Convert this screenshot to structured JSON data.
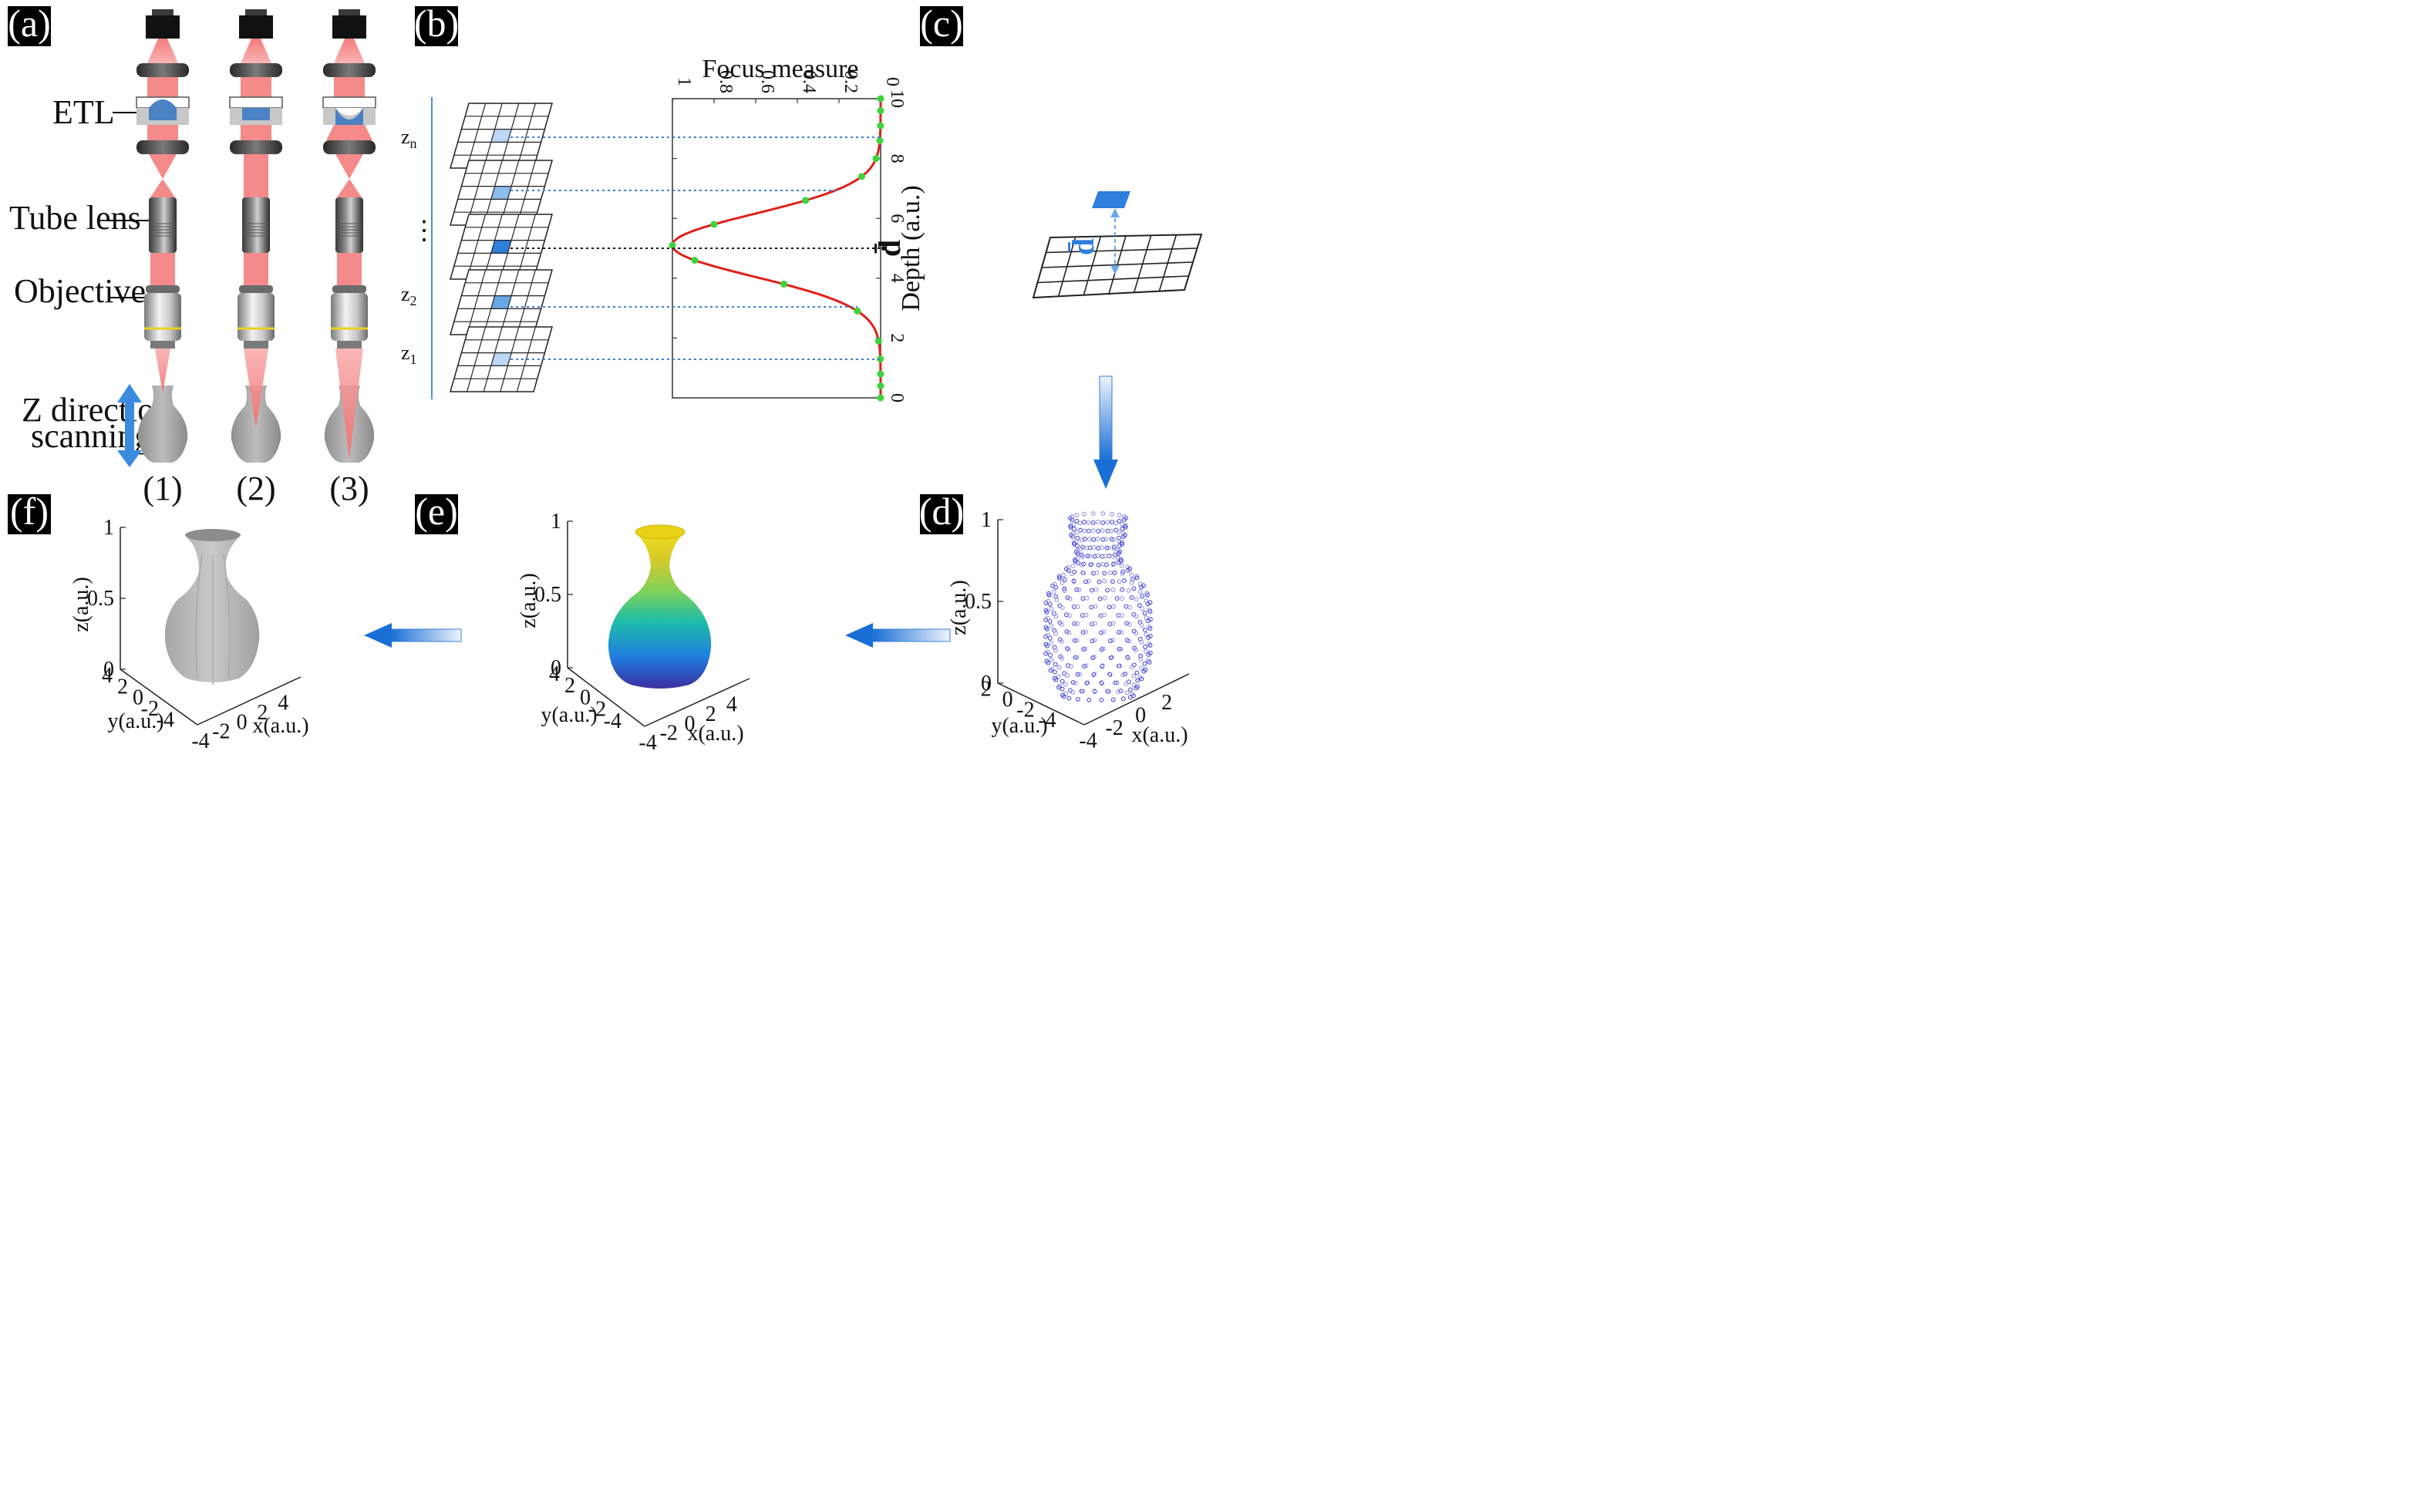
{
  "panels": {
    "a": "(a)",
    "b": "(b)",
    "c": "(c)",
    "d": "(d)",
    "e": "(e)",
    "f": "(f)"
  },
  "panel_a": {
    "labels": {
      "etl": "ETL",
      "tube_lens": "Tube lens",
      "objective": "Objective",
      "scan_line1": "Z direction",
      "scan_line2": "scanning"
    },
    "states": [
      "(1)",
      "(2)",
      "(3)"
    ]
  },
  "panel_b": {
    "stack_labels": {
      "z_n": "z",
      "z_n_sub": "n",
      "ellipsis": "⋮",
      "z_2": "z",
      "z_2_sub": "2",
      "z_1": "z",
      "z_1_sub": "1"
    },
    "chart_data": {
      "type": "line",
      "title": "",
      "xlabel": "Focus measure",
      "ylabel": "Depth (a.u.)",
      "xlim": [
        1,
        0
      ],
      "ylim": [
        0,
        10
      ],
      "x_ticks": [
        "1",
        "0.8",
        "0.6",
        "0.4",
        "0.2",
        "0"
      ],
      "y_ticks": [
        "0",
        "2",
        "4",
        "6",
        "8",
        "10"
      ],
      "peak_label": "d̄",
      "peak_depth": 5.1,
      "series": [
        {
          "curve": "gaussian",
          "line_color": "#e0201a",
          "marker_color": "#3bd43b",
          "sample_depths": [
            0,
            0.4,
            0.8,
            1.3,
            1.9,
            2.9,
            3.8,
            4.6,
            5.1,
            5.8,
            6.6,
            7.4,
            8.0,
            8.6,
            9.1,
            9.6,
            10
          ]
        }
      ]
    }
  },
  "panel_c": {
    "distance_label": "d̄"
  },
  "panel_d": {
    "z_ticks": [
      "0",
      "0.5",
      "1"
    ],
    "x_ticks": [
      "-4",
      "-2",
      "0",
      "2"
    ],
    "y_ticks": [
      "2",
      "0",
      "-2",
      "-4"
    ],
    "zlabel": "z(a.u.)",
    "xlabel": "x(a.u.)",
    "ylabel": "y(a.u.)"
  },
  "panel_e": {
    "z_ticks": [
      "0",
      "0.5",
      "1"
    ],
    "x_ticks": [
      "-4",
      "-2",
      "0",
      "2",
      "4"
    ],
    "y_ticks": [
      "4",
      "2",
      "0",
      "-2",
      "-4"
    ],
    "zlabel": "z(a.u.)",
    "xlabel": "x(a.u.)",
    "ylabel": "y(a.u.)"
  },
  "panel_f": {
    "z_ticks": [
      "0",
      "0.5",
      "1"
    ],
    "x_ticks": [
      "-4",
      "-2",
      "0",
      "2",
      "4"
    ],
    "y_ticks": [
      "4",
      "2",
      "0",
      "-2",
      "-4"
    ],
    "zlabel": "z(a.u.)",
    "xlabel": "x(a.u.)",
    "ylabel": "y(a.u.)"
  },
  "colors": {
    "beam": "#f26d6d",
    "accent_blue": "#2f7fdc",
    "curve": "#e0201a",
    "marker": "#3bd43b",
    "vase_gray": "#b4b4b4"
  }
}
